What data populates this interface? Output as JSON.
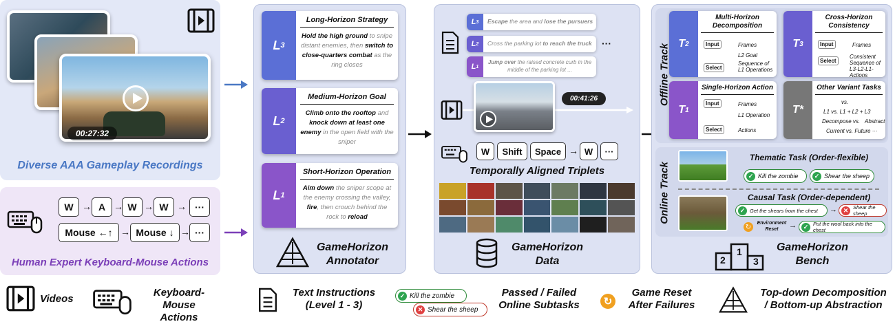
{
  "left": {
    "video_timestamp": "00:27:32",
    "recordings_caption": "Diverse AAA Gameplay Recordings",
    "keys_row1": [
      "W",
      "A",
      "W",
      "W",
      "···"
    ],
    "keys_row2": [
      "Mouse ←↑",
      "Mouse ↓",
      "···"
    ],
    "actions_caption": "Human Expert Keyboard-Mouse Actions"
  },
  "annotator": {
    "levels": [
      {
        "badge": "L",
        "sub": "3",
        "title": "Long-Horizon Strategy",
        "color": "#5b6fd6",
        "segments": [
          [
            "b",
            "Hold the high ground"
          ],
          [
            "n",
            " to snipe distant enemies, then "
          ],
          [
            "b",
            "switch to close-quarters combat"
          ],
          [
            "n",
            " as the ring closes"
          ]
        ]
      },
      {
        "badge": "L",
        "sub": "2",
        "title": "Medium-Horizon Goal",
        "color": "#6a5fd0",
        "segments": [
          [
            "b",
            "Climb onto the rooftop"
          ],
          [
            "n",
            " and "
          ],
          [
            "b",
            "knock down at least one enemy"
          ],
          [
            "n",
            " in the open field with the sniper"
          ]
        ]
      },
      {
        "badge": "L",
        "sub": "1",
        "title": "Short-Horizon Operation",
        "color": "#8a55c9",
        "segments": [
          [
            "b",
            "Aim down"
          ],
          [
            "n",
            " the sniper scope at the enemy crossing the valley, "
          ],
          [
            "b",
            "fire"
          ],
          [
            "n",
            ", then crouch behind the rock to "
          ],
          [
            "b",
            "reload"
          ]
        ]
      }
    ],
    "name_line1": "GameHorizon",
    "name_line2": "Annotator"
  },
  "data_panel": {
    "instructions": [
      {
        "badge": "L",
        "sub": "3",
        "color": "#5b6fd6",
        "segments": [
          [
            "b",
            "Escape"
          ],
          [
            "n",
            " the area and "
          ],
          [
            "b",
            "lose the pursuers"
          ]
        ]
      },
      {
        "badge": "L",
        "sub": "2",
        "color": "#6a5fd0",
        "segments": [
          [
            "n",
            "Cross the parking lot "
          ],
          [
            "b",
            "to reach the truck"
          ]
        ]
      },
      {
        "badge": "L",
        "sub": "1",
        "color": "#8a55c9",
        "segments": [
          [
            "b",
            "Jump over"
          ],
          [
            "n",
            " the raised concrete curb in the middle of the parking lot ..."
          ]
        ]
      }
    ],
    "ellipsis": "···",
    "video_timestamp": "00:41:26",
    "keys": [
      "W",
      "Shift",
      "Space",
      "W",
      "···"
    ],
    "triplets_caption": "Temporally Aligned Triplets",
    "name_line1": "GameHorizon",
    "name_line2": "Data"
  },
  "bench": {
    "offline_label": "Offline Track",
    "online_label": "Online Track",
    "t2": {
      "badge": "T",
      "sub": "2",
      "title": "Multi-Horizon Decomposition",
      "input": "Input",
      "frames": "Frames",
      "goal": "L2 Goal",
      "select": "Select",
      "seq": "Sequence of L1 Operations"
    },
    "t3": {
      "badge": "T",
      "sub": "3",
      "title": "Cross-Horizon Consistency",
      "input": "Input",
      "frames": "Frames",
      "select": "Select",
      "seq": "Consistent Sequence of L3-L2-L1-Actions"
    },
    "t1": {
      "badge": "T",
      "sub": "1",
      "title": "Single-Horizon Action",
      "input": "Input",
      "frames": "Frames",
      "op": "L1 Operation",
      "select": "Select",
      "actions": "Actions"
    },
    "tstar": {
      "badge": "T*",
      "title": "Other Variant Tasks",
      "row1": "vs.",
      "row2": "L1  vs.  L1 + L2 + L3",
      "row3a": "Decompose vs.",
      "row3b": "Abstract",
      "row4": "Current  vs.  Future  ···"
    },
    "thematic_title": "Thematic Task (Order-flexible)",
    "thematic_pills": [
      "Kill the zombie",
      "Shear the sheep"
    ],
    "causal_title": "Causal Task (Order-dependent)",
    "causal_pill1": "Get the shears from the chest",
    "causal_pill2": "Shear the sheep",
    "env_reset": "Environment Reset",
    "causal_pill3": "Put the wool back into the chest",
    "podium": [
      "2",
      "1",
      "3"
    ],
    "name_line1": "GameHorizon",
    "name_line2": "Bench"
  },
  "legend": {
    "videos": "Videos",
    "kbm_line1": "Keyboard-Mouse",
    "kbm_line2": "Actions",
    "text_line1": "Text Instructions",
    "text_line2": "(Level 1 - 3)",
    "pill_pass": "Kill the zombie",
    "pill_fail": "Shear the sheep",
    "pf_line1": "Passed / Failed",
    "pf_line2": "Online Subtasks",
    "reset_line1": "Game Reset",
    "reset_line2": "After Failures",
    "td_line1": "Top-down Decomposition",
    "td_line2": "/ Bottom-up Abstraction"
  },
  "colors": {
    "left_top_bg": "#e3e8f7",
    "left_bottom_bg": "#efe6f7",
    "panel_bg": "#dde2f3",
    "blue_caption": "#4a78c4",
    "purple_caption": "#7b3fb8"
  }
}
